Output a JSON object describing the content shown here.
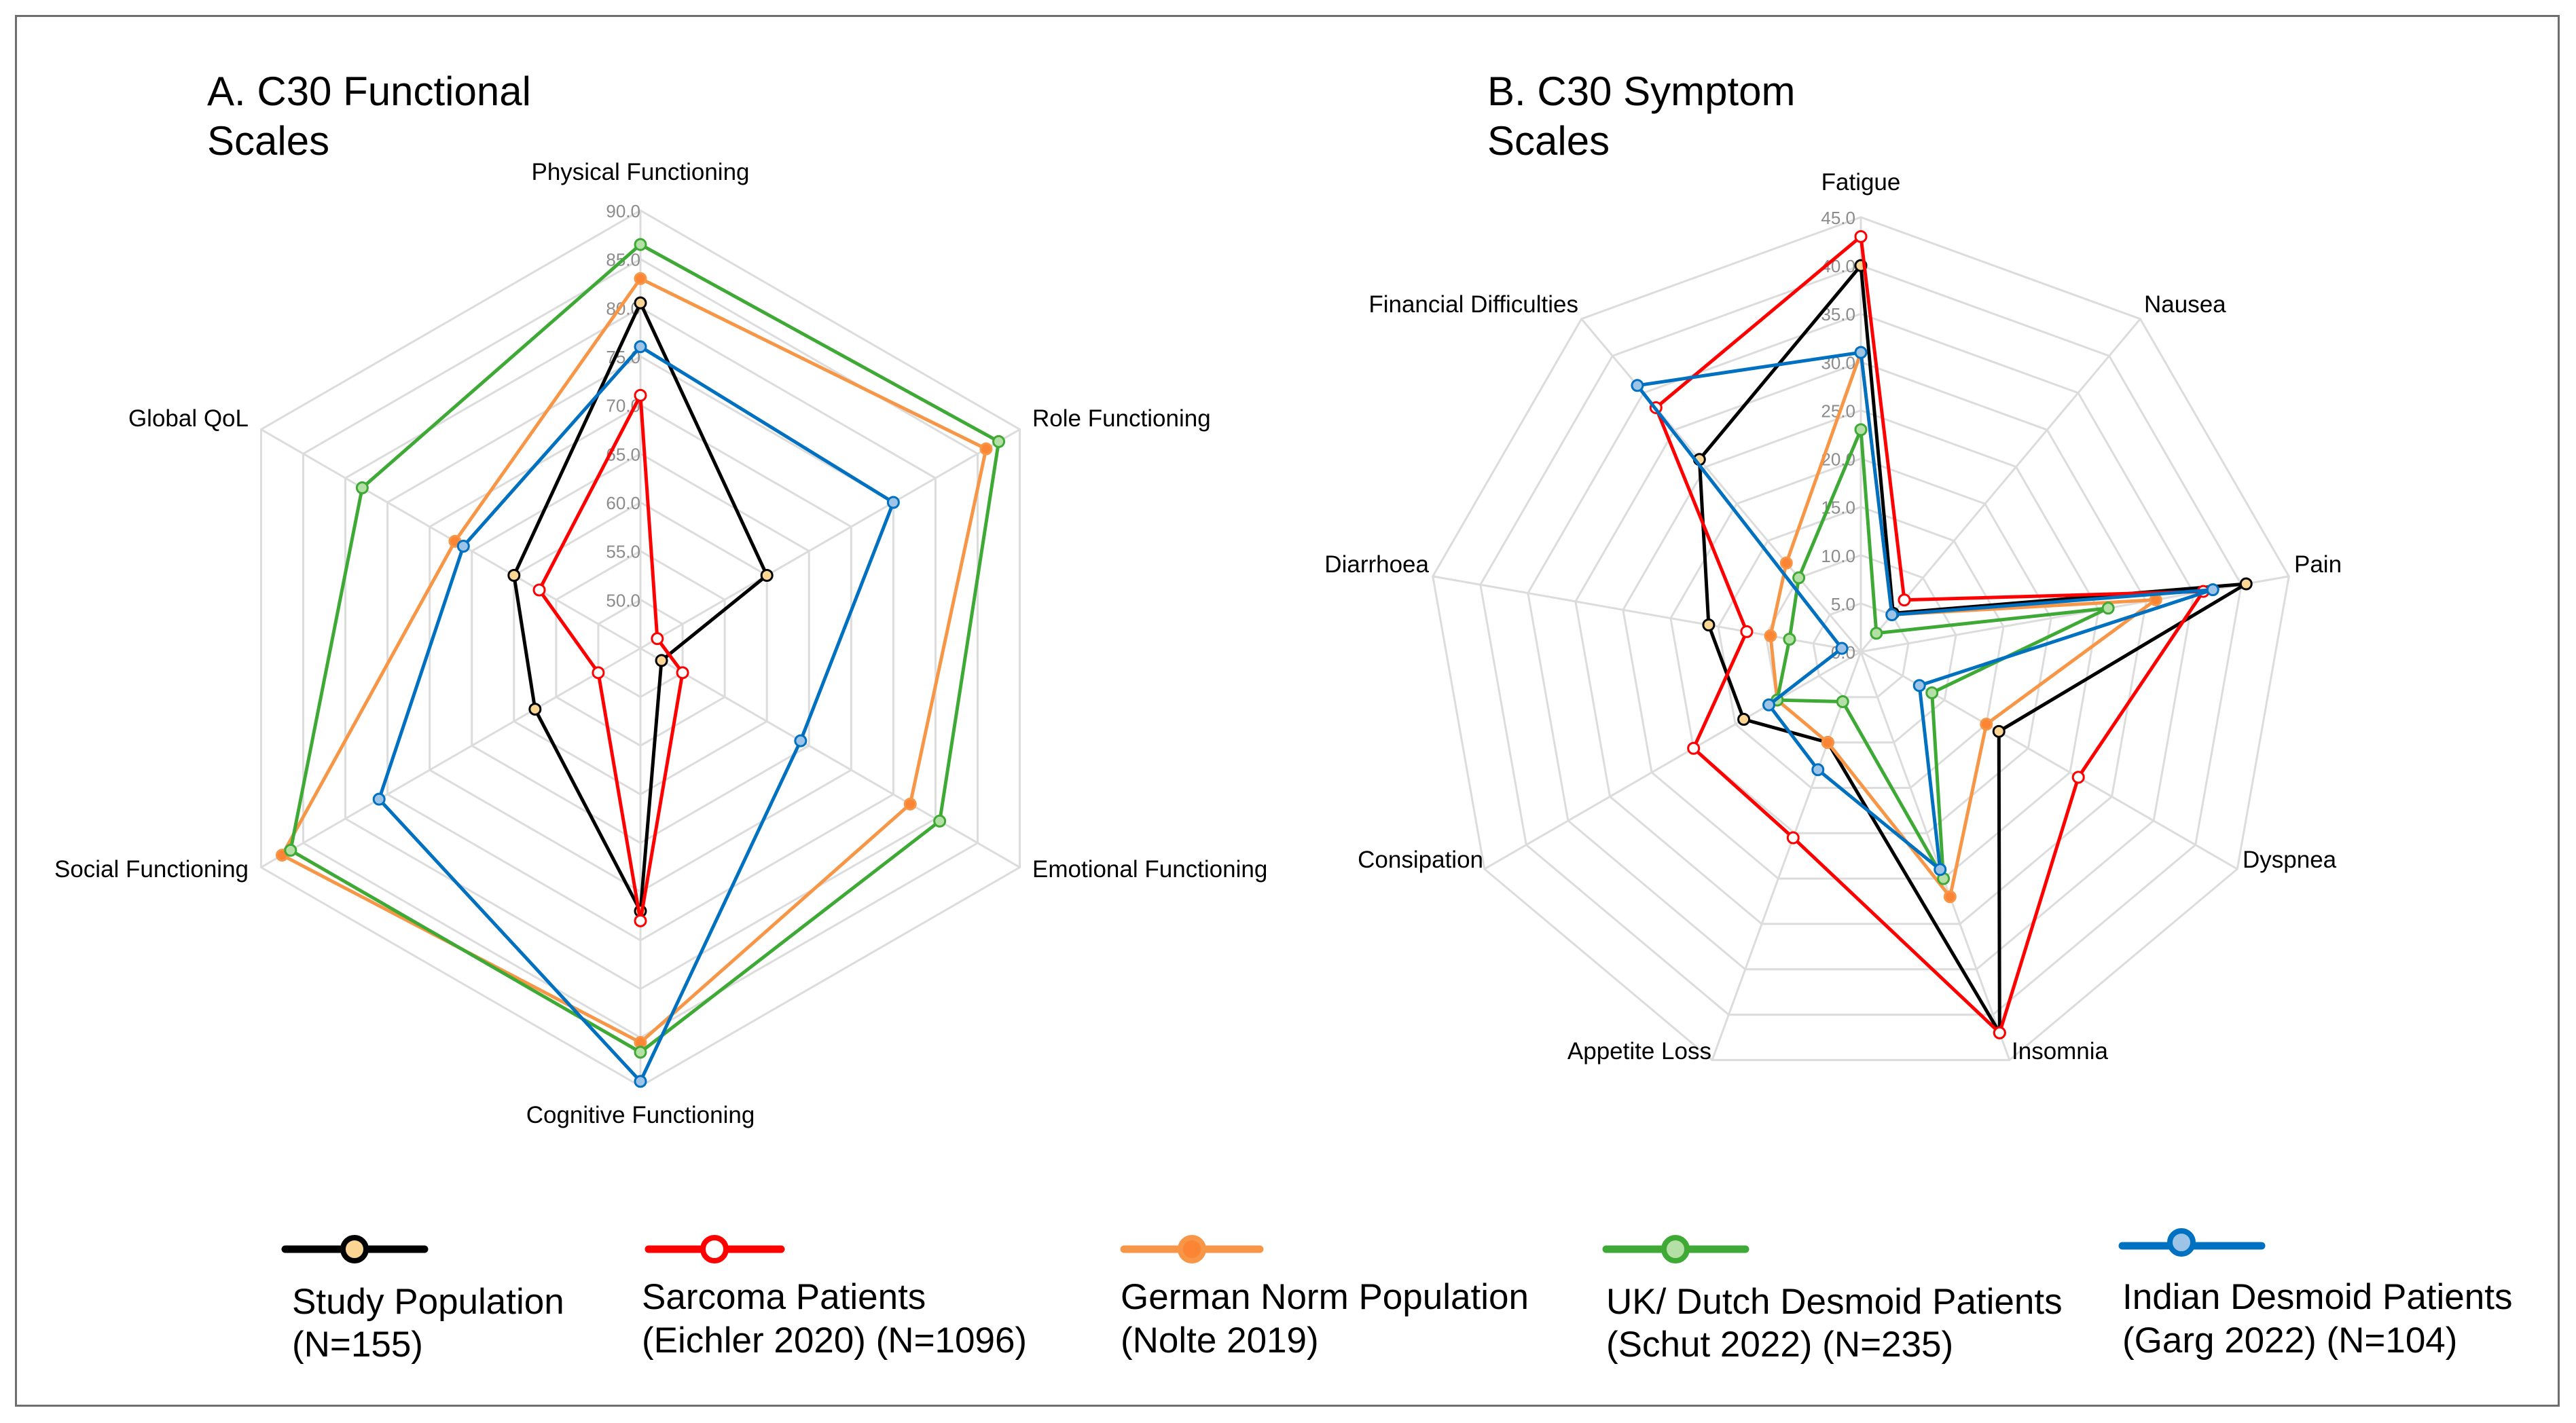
{
  "chart_data": [
    {
      "type": "radar",
      "title": "A. C30 Functional Scales",
      "title_lines": [
        "A. C30 Functional",
        "Scales"
      ],
      "axes": [
        "Physical Functioning",
        "Role Functioning",
        "Emotional Functioning",
        "Cognitive Functioning",
        "Social Functioning",
        "Global QoL"
      ],
      "tick_labels": [
        "50.0",
        "55.0",
        "60.0",
        "65.0",
        "70.0",
        "75.0",
        "80.0",
        "85.0",
        "90.0"
      ],
      "range": [
        45,
        90
      ],
      "grid": true,
      "series": [
        {
          "name": "Study Population (N=155)",
          "values": [
            80.5,
            60.0,
            47.5,
            72.0,
            57.5,
            60.0
          ]
        },
        {
          "name": "Sarcoma Patients (Eichler 2020) (N=1096)",
          "values": [
            71.0,
            47.0,
            50.0,
            73.0,
            50.0,
            57.0
          ]
        },
        {
          "name": "German Norm Population (Nolte 2019)",
          "values": [
            83.0,
            86.0,
            77.0,
            85.5,
            87.5,
            67.0
          ]
        },
        {
          "name": "UK/ Dutch Desmoid Patients (Schut 2022) (N=235)",
          "values": [
            86.5,
            87.5,
            80.5,
            86.5,
            86.5,
            78.0
          ]
        },
        {
          "name": "Indian Desmoid Patients (Garg 2022) (N=104)",
          "values": [
            76.0,
            75.0,
            64.0,
            89.5,
            76.0,
            66.0
          ]
        }
      ]
    },
    {
      "type": "radar",
      "title": "B. C30 Symptom Scales",
      "title_lines": [
        "B. C30 Symptom",
        "Scales"
      ],
      "axes": [
        "Fatigue",
        "Nausea",
        "Pain",
        "Dyspnea",
        "Insomnia",
        "Appetite Loss",
        "Consipation",
        "Diarrhoea",
        "Financial Difficulties"
      ],
      "tick_labels": [
        "0.0",
        "5.0",
        "10.0",
        "15.0",
        "20.0",
        "25.0",
        "30.0",
        "35.0",
        "40.0",
        "45.0"
      ],
      "range": [
        0,
        45
      ],
      "grid": true,
      "series": [
        {
          "name": "Study Population (N=155)",
          "values": [
            40.0,
            5.2,
            40.5,
            16.5,
            42.0,
            10.0,
            14.0,
            16.0,
            26.0
          ]
        },
        {
          "name": "Sarcoma Patients (Eichler 2020) (N=1096)",
          "values": [
            43.0,
            7.0,
            36.0,
            26.0,
            42.0,
            20.5,
            20.0,
            12.0,
            33.0
          ]
        },
        {
          "name": "German Norm Population (Nolte 2019)",
          "values": [
            31.0,
            5.0,
            31.0,
            15.0,
            27.0,
            10.0,
            10.0,
            9.5,
            12.0
          ]
        },
        {
          "name": "UK/ Dutch Desmoid Patients (Schut 2022) (N=235)",
          "values": [
            23.0,
            2.5,
            26.0,
            8.5,
            25.0,
            5.5,
            10.0,
            7.5,
            10.0
          ]
        },
        {
          "name": "Indian Desmoid Patients (Garg 2022) (N=104)",
          "values": [
            31.0,
            5.0,
            37.0,
            7.0,
            24.0,
            13.0,
            11.0,
            2.0,
            36.0
          ]
        }
      ]
    }
  ],
  "series_colors": [
    "#000000",
    "#ff0000",
    "#f79646",
    "#3eaa35",
    "#0070c0"
  ],
  "marker_fills": [
    "#fbd593",
    "#ffffff",
    "#fb8435",
    "#b4e0a6",
    "#9dc3e6"
  ],
  "legend": [
    {
      "line1": "Study Population",
      "line2": "(N=155)"
    },
    {
      "line1": "Sarcoma Patients",
      "line2": "(Eichler 2020) (N=1096)"
    },
    {
      "line1": "German Norm Population",
      "line2": "(Nolte 2019)"
    },
    {
      "line1": "UK/ Dutch Desmoid Patients",
      "line2": "(Schut 2022) (N=235)"
    },
    {
      "line1": "Indian Desmoid Patients",
      "line2": "(Garg 2022) (N=104)"
    }
  ]
}
